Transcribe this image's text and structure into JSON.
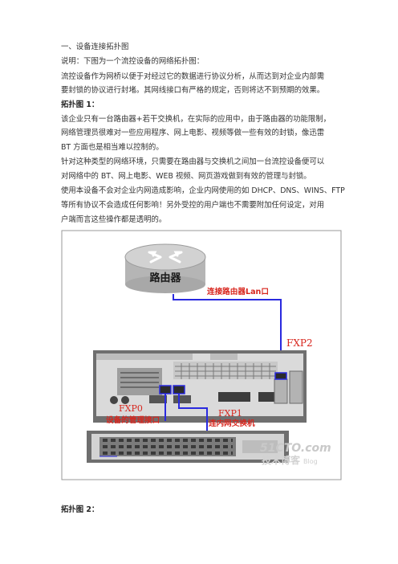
{
  "section_title": "一、设备连接拓扑图",
  "intro": "说明：下图为一个流控设备的网络拓扑图：",
  "para1": [
    "流控设备作为网桥以便于对经过它的数据进行协议分析，从而达到对企业内部需",
    "要封锁的协议进行封堵。其网线接口有严格的规定，否则将达不到预期的效果。"
  ],
  "topo1_title": "拓扑图 1：",
  "para2": [
    "该企业只有一台路由器+若干交换机，在实际的应用中，由于路由器的功能限制，",
    "网络管理员很难对一些应用程序、网上电影、视频等做一些有效的封锁，像迅雷",
    "BT 方面也是相当难以控制的。"
  ],
  "para3": [
    "针对这种类型的网络环境，只需要在路由器与交换机之间加一台流控设备便可以",
    "对网络中的 BT、网上电影、WEB 视频、网页游戏做到有效的管理与封锁。"
  ],
  "para4": [
    "使用本设备不会对企业内网造成影响，企业内网使用的如 DHCP、DNS、WINS、FTP",
    "等所有协议不会造成任何影响！另外受控的用户端也不需要附加任何设定，对用",
    "户端而言这些操作都是透明的。"
  ],
  "diagram": {
    "router_label": "路由器",
    "link_label": "连接路由器Lan口",
    "fxp2": "FXP2",
    "fxp0": "FXP0",
    "fxp0_desc": "设备的管理接口",
    "fxp1": "FXP1",
    "fxp1_desc": "连内网交换机",
    "watermark_site": "51CTO.com",
    "watermark_sub": "技术博客",
    "watermark_blog": "Blog"
  },
  "topo2_title": "拓扑图 2：",
  "colors": {
    "cable": "#2a2adf",
    "label_red": "#d8261e",
    "router": "#bfbfbf"
  }
}
